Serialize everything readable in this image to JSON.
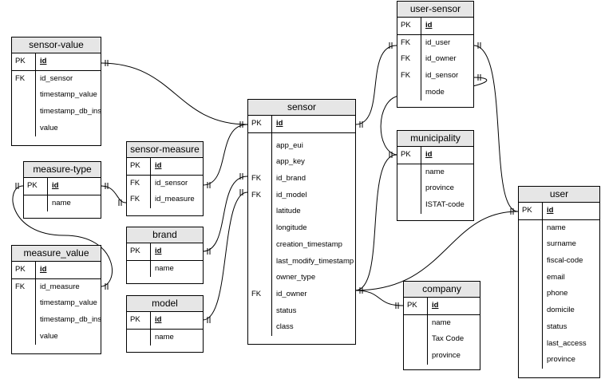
{
  "entities": {
    "sensor_value": {
      "title": "sensor-value",
      "pk": [
        {
          "key": "PK",
          "name": "id"
        }
      ],
      "fields": [
        {
          "key": "FK",
          "name": "id_sensor"
        },
        {
          "key": "",
          "name": "timestamp_value"
        },
        {
          "key": "",
          "name": "timestamp_db_ins"
        },
        {
          "key": "",
          "name": "value"
        }
      ]
    },
    "measure_type": {
      "title": "measure-type",
      "pk": [
        {
          "key": "PK",
          "name": "id"
        }
      ],
      "fields": [
        {
          "key": "",
          "name": "name"
        }
      ]
    },
    "measure_value": {
      "title": "measure_value",
      "pk": [
        {
          "key": "PK",
          "name": "id"
        }
      ],
      "fields": [
        {
          "key": "FK",
          "name": "id_measure"
        },
        {
          "key": "",
          "name": "timestamp_value"
        },
        {
          "key": "",
          "name": "timestamp_db_ins"
        },
        {
          "key": "",
          "name": "value"
        }
      ]
    },
    "sensor_measure": {
      "title": "sensor-measure",
      "pk": [
        {
          "key": "PK",
          "name": "id"
        }
      ],
      "fields": [
        {
          "key": "FK",
          "name": "id_sensor"
        },
        {
          "key": "FK",
          "name": "id_measure"
        }
      ]
    },
    "brand": {
      "title": "brand",
      "pk": [
        {
          "key": "PK",
          "name": "id"
        }
      ],
      "fields": [
        {
          "key": "",
          "name": "name"
        }
      ]
    },
    "model": {
      "title": "model",
      "pk": [
        {
          "key": "PK",
          "name": "id"
        }
      ],
      "fields": [
        {
          "key": "",
          "name": "name"
        }
      ]
    },
    "sensor": {
      "title": "sensor",
      "pk": [
        {
          "key": "PK",
          "name": "id"
        }
      ],
      "fields": [
        {
          "key": "",
          "name": "app_eui"
        },
        {
          "key": "",
          "name": "app_key"
        },
        {
          "key": "FK",
          "name": "id_brand"
        },
        {
          "key": "FK",
          "name": "id_model"
        },
        {
          "key": "",
          "name": "latitude"
        },
        {
          "key": "",
          "name": "longitude"
        },
        {
          "key": "",
          "name": "creation_timestamp"
        },
        {
          "key": "",
          "name": "last_modify_timestamp"
        },
        {
          "key": "",
          "name": "owner_type"
        },
        {
          "key": "FK",
          "name": "id_owner"
        },
        {
          "key": "",
          "name": "status"
        },
        {
          "key": "",
          "name": "class"
        }
      ]
    },
    "user_sensor": {
      "title": "user-sensor",
      "pk": [
        {
          "key": "PK",
          "name": "id"
        }
      ],
      "fields": [
        {
          "key": "FK",
          "name": "id_user"
        },
        {
          "key": "FK",
          "name": "id_owner"
        },
        {
          "key": "FK",
          "name": "id_sensor"
        },
        {
          "key": "",
          "name": "mode"
        }
      ]
    },
    "municipality": {
      "title": "municipality",
      "pk": [
        {
          "key": "PK",
          "name": "id"
        }
      ],
      "fields": [
        {
          "key": "",
          "name": "name"
        },
        {
          "key": "",
          "name": "province"
        },
        {
          "key": "",
          "name": "ISTAT-code"
        }
      ]
    },
    "company": {
      "title": "company",
      "pk": [
        {
          "key": "PK",
          "name": "id"
        }
      ],
      "fields": [
        {
          "key": "",
          "name": "name"
        },
        {
          "key": "",
          "name": "Tax Code"
        },
        {
          "key": "",
          "name": "province"
        }
      ]
    },
    "user": {
      "title": "user",
      "pk": [
        {
          "key": "PK",
          "name": "id"
        }
      ],
      "fields": [
        {
          "key": "",
          "name": "name"
        },
        {
          "key": "",
          "name": "surname"
        },
        {
          "key": "",
          "name": "fiscal-code"
        },
        {
          "key": "",
          "name": "email"
        },
        {
          "key": "",
          "name": "phone"
        },
        {
          "key": "",
          "name": "domicile"
        },
        {
          "key": "",
          "name": "status"
        },
        {
          "key": "",
          "name": "last_access"
        },
        {
          "key": "",
          "name": "province"
        }
      ]
    }
  }
}
